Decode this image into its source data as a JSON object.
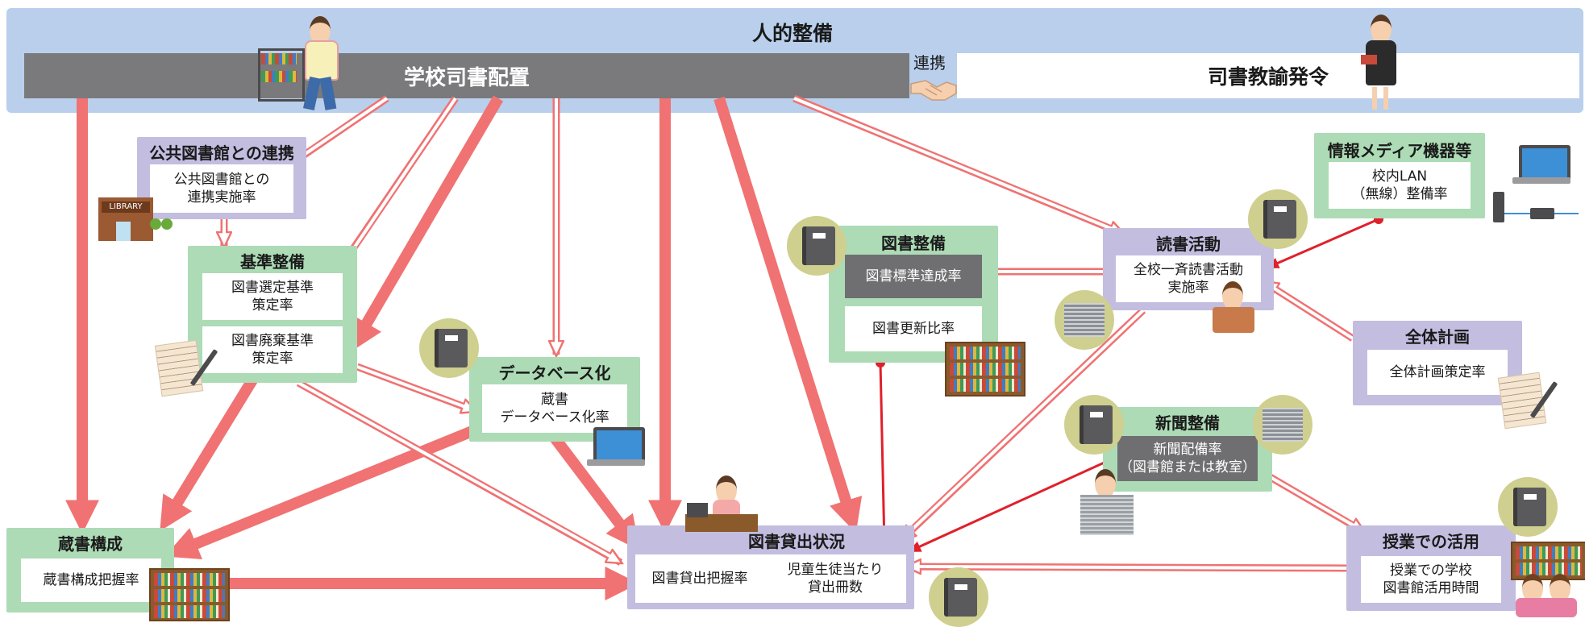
{
  "header": {
    "title": "人的整備",
    "left_bar": "学校司書配置",
    "link": "連携",
    "right_bar": "司書教諭発令"
  },
  "boxes": {
    "public_library": {
      "title": "公共図書館との連携",
      "item": "公共図書館との\n連携実施率"
    },
    "standards": {
      "title": "基準整備",
      "item1": "図書選定基準\n策定率",
      "item2": "図書廃棄基準\n策定率"
    },
    "database": {
      "title": "データベース化",
      "item": "蔵書\nデータベース化率"
    },
    "collection": {
      "title": "蔵書構成",
      "item": "蔵書構成把握率"
    },
    "book_maint": {
      "title": "図書整備",
      "item1": "図書標準達成率",
      "item2": "図書更新比率"
    },
    "reading": {
      "title": "読書活動",
      "item": "全校一斉読書活動\n実施率"
    },
    "media": {
      "title": "情報メディア機器等",
      "item": "校内LAN\n（無線）整備率"
    },
    "plan": {
      "title": "全体計画",
      "item": "全体計画策定率"
    },
    "newspaper": {
      "title": "新聞整備",
      "item": "新聞配備率\n（図書館または教室）"
    },
    "lessons": {
      "title": "授業での活用",
      "item": "授業での学校\n図書館活用時間"
    },
    "lending": {
      "title": "図書貸出状況",
      "item1": "図書貸出把握率",
      "item2": "児童生徒当たり\n貸出冊数"
    }
  },
  "library_sign": "LIBRARY",
  "colors": {
    "header_band": "#b9cfec",
    "gray_bar": "#7a7a7c",
    "purple_box": "#c3bde0",
    "green_box": "#acdbb6",
    "thick_arrow": "#f07272",
    "red_arrow": "#e0202a",
    "book_circle": "#cfcf8f"
  },
  "icons": [
    "book-icon",
    "newspaper-icon",
    "laptop-icon",
    "bookshelf-icon",
    "memo-pen-icon",
    "handshake-icon",
    "router-icon"
  ]
}
